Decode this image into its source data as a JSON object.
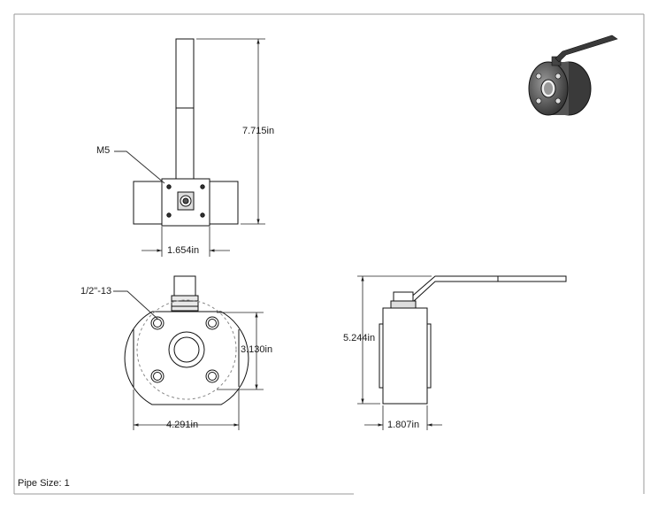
{
  "drawing": {
    "dimensions": {
      "handle_height": "7.715in",
      "stem_bolt_thread": "M5",
      "top_body_width": "1.654in",
      "flange_bolt_thread": "1/2\"-13",
      "bolt_circle": "3.130in",
      "flange_diameter": "4.291in",
      "side_height": "5.244in",
      "side_width": "1.807in"
    },
    "footer": {
      "label": "Pipe Size:",
      "value": "1"
    }
  }
}
